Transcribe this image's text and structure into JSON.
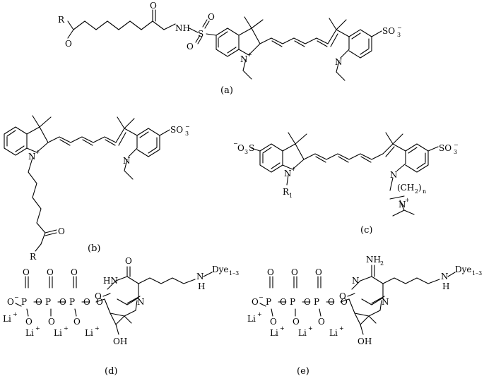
{
  "captions": {
    "a": "(a)",
    "b": "(b)",
    "c": "(c)",
    "d": "(d)",
    "e": "(e)"
  },
  "atoms": {
    "R": "R",
    "O": "O",
    "NH": "NH",
    "N": "N",
    "H": "H",
    "S": "S",
    "SO3": "SO",
    "three": "3",
    "minus": "−",
    "plus": "+",
    "O3S_prefix": "O",
    "R1": "R",
    "one": "1",
    "CH2n": "(CH",
    "two": "2",
    "close_paren": ")",
    "n": "n",
    "HN": "HN",
    "OH": "OH",
    "Li": "Li",
    "Dye": "Dye",
    "dye_range": "1–3",
    "NH2": "NH"
  }
}
